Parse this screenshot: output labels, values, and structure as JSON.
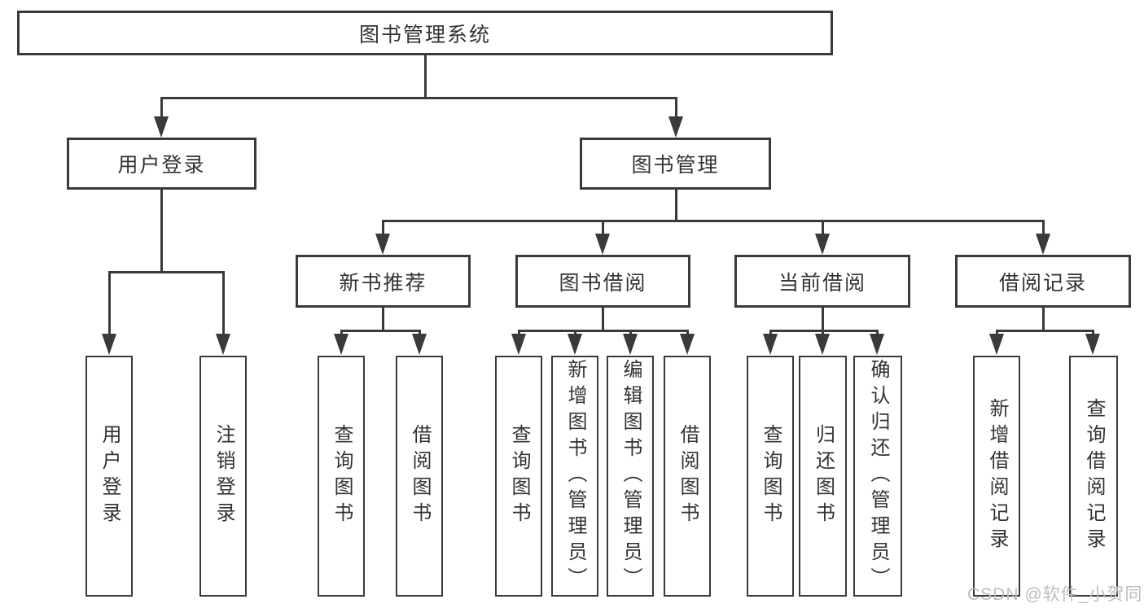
{
  "colors": {
    "line": "#3a3a3a",
    "text": "#333333",
    "background": "#ffffff",
    "watermark": "#bdbdbd"
  },
  "diagram": {
    "root": {
      "label": "图书管理系统"
    },
    "level2": [
      {
        "label": "用户登录"
      },
      {
        "label": "图书管理"
      }
    ],
    "level3": [
      {
        "label": "新书推荐",
        "parent": "图书管理"
      },
      {
        "label": "图书借阅",
        "parent": "图书管理"
      },
      {
        "label": "当前借阅",
        "parent": "图书管理"
      },
      {
        "label": "借阅记录",
        "parent": "图书管理"
      }
    ],
    "leaves": [
      {
        "label": "用户登录",
        "parent": "用户登录"
      },
      {
        "label": "注销登录",
        "parent": "用户登录"
      },
      {
        "label": "查询图书",
        "parent": "新书推荐"
      },
      {
        "label": "借阅图书",
        "parent": "新书推荐"
      },
      {
        "label": "查询图书",
        "parent": "图书借阅"
      },
      {
        "label": "新增图书（管理员）",
        "parent": "图书借阅"
      },
      {
        "label": "编辑图书（管理员）",
        "parent": "图书借阅"
      },
      {
        "label": "借阅图书",
        "parent": "图书借阅"
      },
      {
        "label": "查询图书",
        "parent": "当前借阅"
      },
      {
        "label": "归还图书",
        "parent": "当前借阅"
      },
      {
        "label": "确认归还（管理员）",
        "parent": "当前借阅"
      },
      {
        "label": "新增借阅记录",
        "parent": "借阅记录"
      },
      {
        "label": "查询借阅记录",
        "parent": "借阅记录"
      }
    ]
  },
  "watermark": {
    "text": "CSDN @软件_小贺同学"
  }
}
